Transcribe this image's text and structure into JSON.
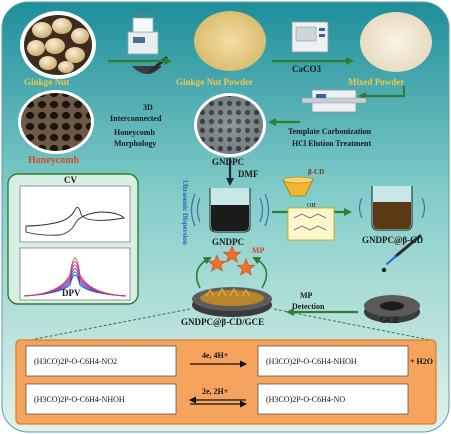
{
  "labels": {
    "ginkgo_nut": "Ginkgo Nut",
    "ginkgo_nut_powder": "Ginkgo Nut Powder",
    "caco3": "CaCO3",
    "mixed_powder": "Mixed Powder",
    "honeycomb": "Honeycomb",
    "morphology_line1": "3D",
    "morphology_line2": "Interconnected",
    "morphology_line3": "Honeycomb",
    "morphology_line4": "Morphology",
    "template_line1": "Template Carbonization",
    "template_line2": "HCl Elution Treatment",
    "gndpc_top": "GNDPC",
    "dmf": "DMF",
    "ultrasonic": "Ultrasonic Dispersion",
    "gndpc_left": "GNDPC",
    "beta_cd": "β-CD",
    "gndpc_beta_cd": "GNDPC@β-CD",
    "cv": "CV",
    "dpv": "DPV",
    "mp": "MP",
    "mp_detection_line1": "MP",
    "mp_detection_line2": "Detection",
    "gce": "GCE",
    "electrode": "GNDPC@β-CD/GCE",
    "oh": "OH"
  },
  "reactions": [
    {
      "left": "(H3CO)2P-O-C6H4-NO2",
      "arrow_label": "4e, 4H+",
      "right": "(H3CO)2P-O-C6H4-NHOH",
      "side_product": "+ H2O"
    },
    {
      "left": "(H3CO)2P-O-C6H4-NHOH",
      "arrow_label": "2e, 2H+",
      "right": "(H3CO)2P-O-C6H4-NO"
    }
  ],
  "colors": {
    "background_top": "#1d8e9a",
    "background_mid": "#83cdc9",
    "background_bottom": "#e3f2ea",
    "arrow_green": "#2e7d32",
    "arrow_dark": "#1f2a36",
    "panel_orange": "#f5a35d",
    "panel_border": "#e07b2a",
    "star_orange": "#f06f2a",
    "dpv_blue": "#1f44b8"
  }
}
